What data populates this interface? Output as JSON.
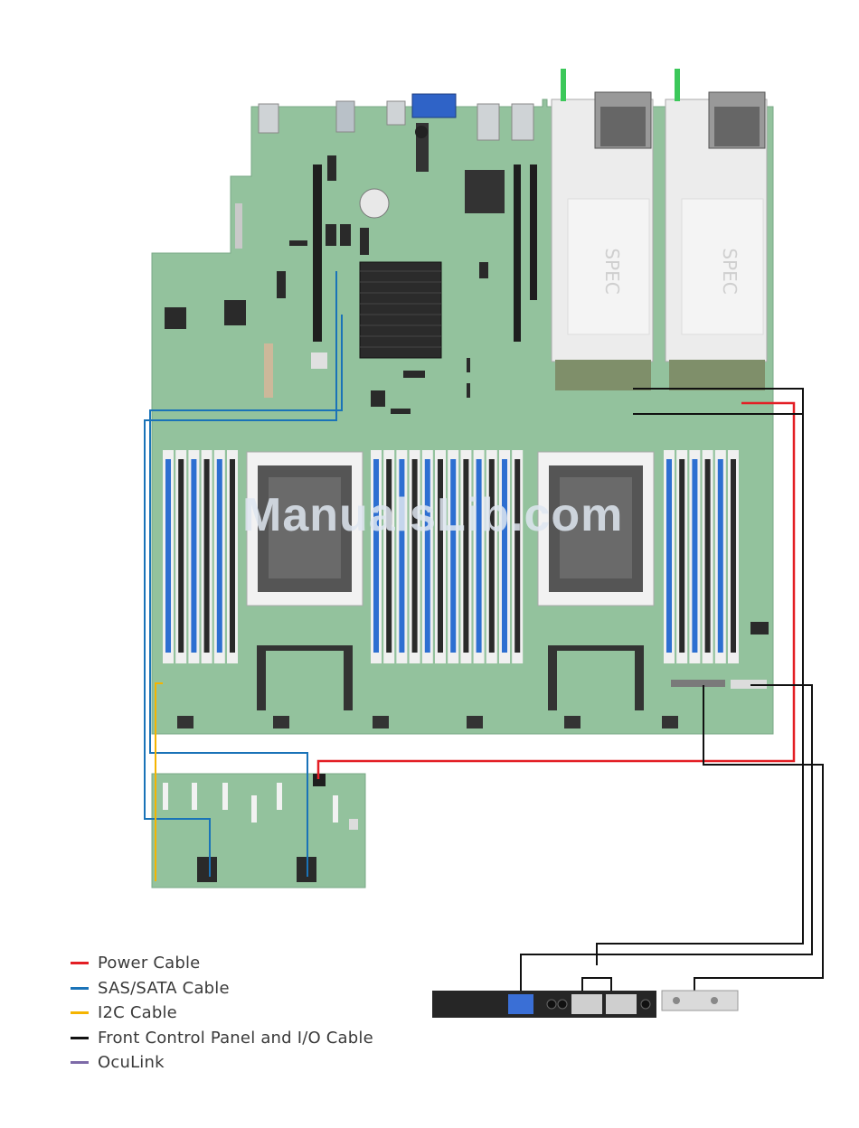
{
  "legend": [
    {
      "label": "Power Cable",
      "color": "#e31e24"
    },
    {
      "label": "SAS/SATA Cable",
      "color": "#1a73b8"
    },
    {
      "label": "I2C Cable",
      "color": "#f5b400"
    },
    {
      "label": "Front Control Panel and I/O Cable",
      "color": "#111111"
    },
    {
      "label": "OcuLink",
      "color": "#7d6aa8"
    }
  ],
  "psu": {
    "label_left": "SPEC",
    "label_right": "SPEC"
  },
  "watermark": "ManualsLib.com",
  "colors": {
    "board": "#93c29d",
    "board_dark": "#7fb08a",
    "dimm_blue": "#2d6fd1",
    "dimm_black": "#2a2a2a"
  }
}
